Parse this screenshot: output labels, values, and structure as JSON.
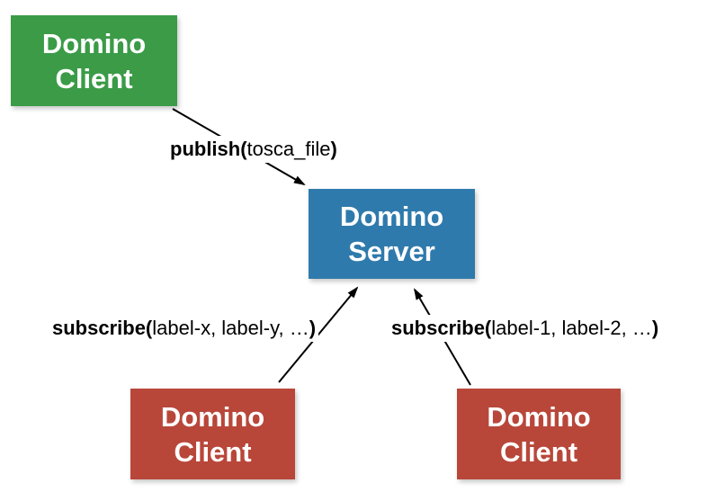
{
  "colors": {
    "client_top_green": "#3b9b47",
    "server_blue": "#2f7aac",
    "client_red": "#b8473a",
    "node_text": "#ffffff",
    "edge_black": "#000000",
    "background": "#ffffff"
  },
  "nodes": {
    "client_top": {
      "line1": "Domino",
      "line2": "Client",
      "color": "#3b9b47"
    },
    "server": {
      "line1": "Domino",
      "line2": "Server",
      "color": "#2f7aac"
    },
    "client_left": {
      "line1": "Domino",
      "line2": "Client",
      "color": "#b8473a"
    },
    "client_right": {
      "line1": "Domino",
      "line2": "Client",
      "color": "#b8473a"
    }
  },
  "edges": {
    "publish": {
      "method": "publish(",
      "args": "tosca_file",
      "close": ")"
    },
    "subscribe_left": {
      "method": "subscribe(",
      "args": "label-x, label-y, …",
      "close": ")"
    },
    "subscribe_right": {
      "method": "subscribe(",
      "args": "label-1, label-2, …",
      "close": ")"
    }
  }
}
